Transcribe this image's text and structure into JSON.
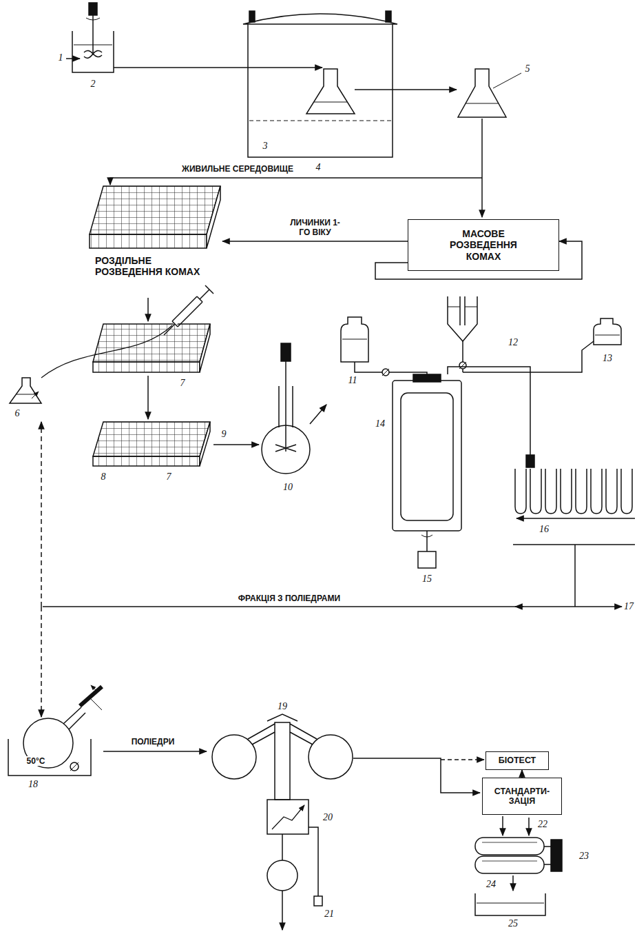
{
  "diagram": {
    "nodes": [
      {
        "text": [
          "РОЗДІЛЬНЕ РОЗВЕДЕННЯ КОМАХ"
        ]
      },
      {
        "text": [
          "МАСОВЕ РОЗВЕДЕННЯ КОМАХ"
        ]
      },
      {
        "text": [
          "БІОТЕСТ"
        ]
      },
      {
        "text": [
          "СТАНДАРТИ- ЗАЦІЯ"
        ]
      }
    ],
    "edges": [
      {
        "from": 1,
        "to": 0,
        "label": "ЛИЧИНКИ 1-ГО ВІКУ",
        "arrow": "to"
      },
      {
        "from": 1,
        "to": 1,
        "arrow": "to"
      },
      {
        "from": 3,
        "to": 2,
        "arrow": "to"
      }
    ],
    "labels": [
      "1",
      "2",
      "3",
      "4",
      "5",
      "6",
      "7",
      "8",
      "7",
      "9",
      "10",
      "11",
      "12",
      "13",
      "14",
      "15",
      "16",
      "17",
      "18",
      "19",
      "20",
      "21",
      "22",
      "23",
      "24",
      "25",
      "ЖИВИЛЬНЕ СЕРЕДОВИЩЕ",
      "ФРАКЦІЯ З ПОЛІЕДРАМИ",
      "ПОЛІЕДРИ",
      "50°C"
    ]
  }
}
